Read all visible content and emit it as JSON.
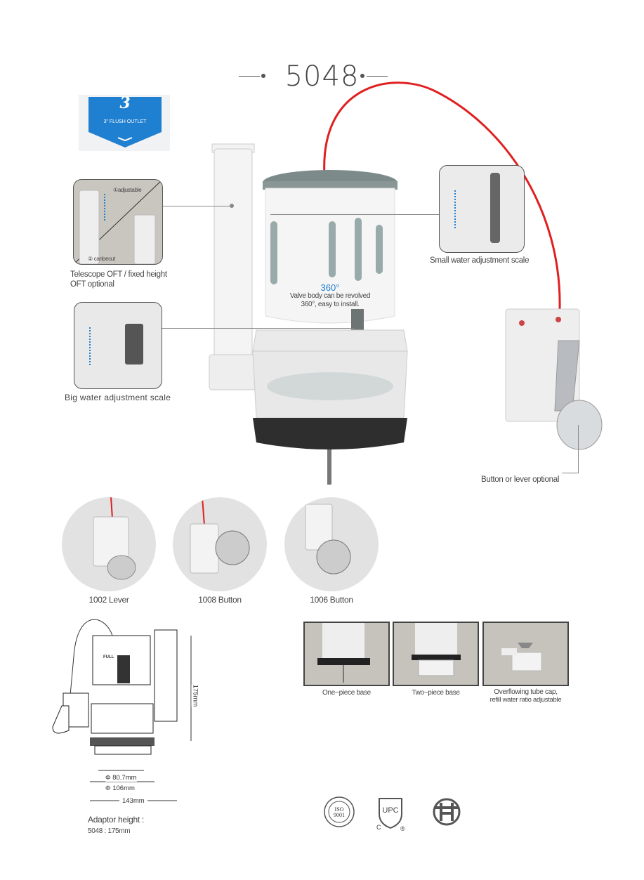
{
  "header": {
    "model": "5048"
  },
  "badge": {
    "numeral": "3",
    "label": "3\" FLUSH OUTLET"
  },
  "callouts": {
    "telescope": {
      "tag1": "①adjustable",
      "tag2": "② canbecut",
      "caption_line1": "Telescope OFT / fixed height",
      "caption_line2": "OFT optional"
    },
    "rotation": {
      "degrees": "360°",
      "line1": "Valve body can be revolved",
      "line2": "360°, easy to install."
    },
    "big_scale": {
      "caption": "Big water adjustment scale"
    },
    "small_scale": {
      "caption": "Small water adjustment scale"
    },
    "lever": {
      "caption": "Button or lever optional"
    }
  },
  "options": [
    {
      "label": "1002 Lever"
    },
    {
      "label": "1008 Button"
    },
    {
      "label": "1006 Button"
    }
  ],
  "drawing": {
    "gauge_label": "FULL",
    "height": "175mm",
    "dia1": "Φ 80.7mm",
    "dia2": "Φ 106mm",
    "width": "143mm",
    "adaptor_title": "Adaptor height :",
    "adaptor_value": "5048 :  175mm"
  },
  "features": [
    {
      "line1": "One−piece base",
      "line2": ""
    },
    {
      "line1": "Two−piece base",
      "line2": ""
    },
    {
      "line1": "Overflowing tube cap,",
      "line2": "refill water ratio adjustable"
    }
  ],
  "certifications": {
    "iso": "ISO",
    "iso_num": "9001",
    "upc": "UPC",
    "upc_c": "C",
    "upc_r": "®"
  },
  "colors": {
    "badge_blue": "#1f7fd0",
    "cable_red": "#e02020",
    "photo_bg": "#c6c3bd"
  }
}
